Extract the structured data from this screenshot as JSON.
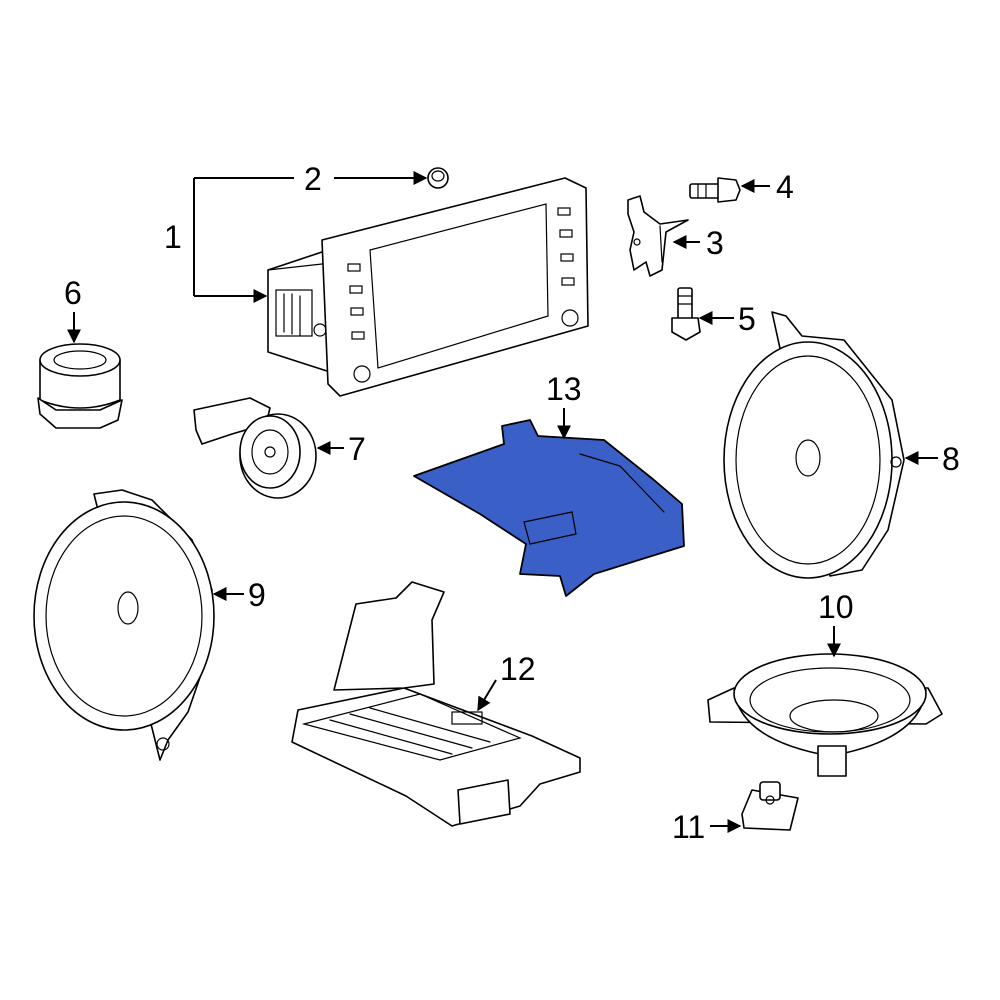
{
  "callouts": {
    "c1": "1",
    "c2": "2",
    "c3": "3",
    "c4": "4",
    "c5": "5",
    "c6": "6",
    "c7": "7",
    "c8": "8",
    "c9": "9",
    "c10": "10",
    "c11": "11",
    "c12": "12",
    "c13": "13"
  },
  "colors": {
    "highlight": "#3a60c8",
    "line": "#000000",
    "background": "#ffffff"
  }
}
